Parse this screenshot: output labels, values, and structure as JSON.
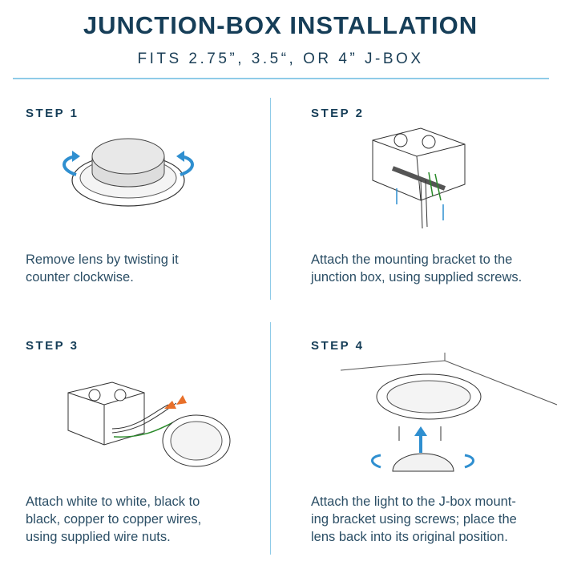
{
  "header": {
    "title": "JUNCTION-BOX INSTALLATION",
    "subtitle": "FITS 2.75”, 3.5“, OR 4” J-BOX"
  },
  "colors": {
    "title": "#163e58",
    "divider": "#8fcbe8",
    "arrow": "#2f8fd0"
  },
  "steps": [
    {
      "label": "STEP 1",
      "lines": [
        "Remove lens by twisting it",
        "counter clockwise."
      ]
    },
    {
      "label": "STEP 2",
      "lines": [
        "Attach the mounting bracket to the",
        "junction box, using supplied screws."
      ]
    },
    {
      "label": "STEP 3",
      "lines": [
        "Attach white to white, black to",
        "black, copper to copper wires,",
        "using supplied wire nuts."
      ]
    },
    {
      "label": "STEP 4",
      "lines": [
        "Attach the light to the J-box mount-",
        "ing bracket using screws; place the",
        "lens back into its original position."
      ]
    }
  ]
}
